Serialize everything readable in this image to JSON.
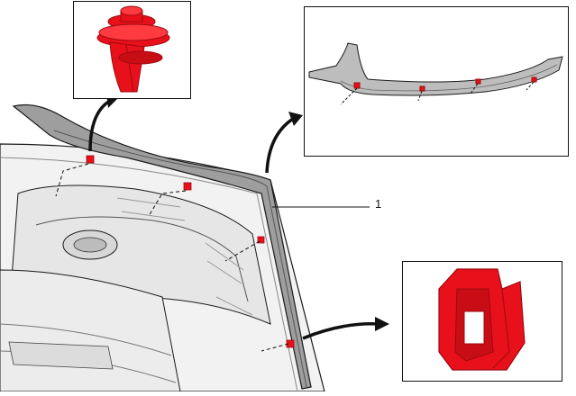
{
  "figure": {
    "callouts": [
      {
        "label": "1",
        "target": "liftgate-trim-panel"
      }
    ],
    "colors": {
      "highlight": "#e8101a",
      "highlight_dark": "#9c0a10",
      "part_fill": "#f2f2f2",
      "part_shade": "#cfcfcf",
      "trim_fill": "#bdbdbd",
      "outline": "#1a1a1a",
      "frame": "#111111"
    },
    "insets": [
      {
        "id": "push-pin-retainer",
        "icon": "push-pin-clip"
      },
      {
        "id": "trim-panel-detail",
        "icon": "trim-panel"
      },
      {
        "id": "retainer-clip",
        "icon": "u-clip"
      }
    ]
  }
}
